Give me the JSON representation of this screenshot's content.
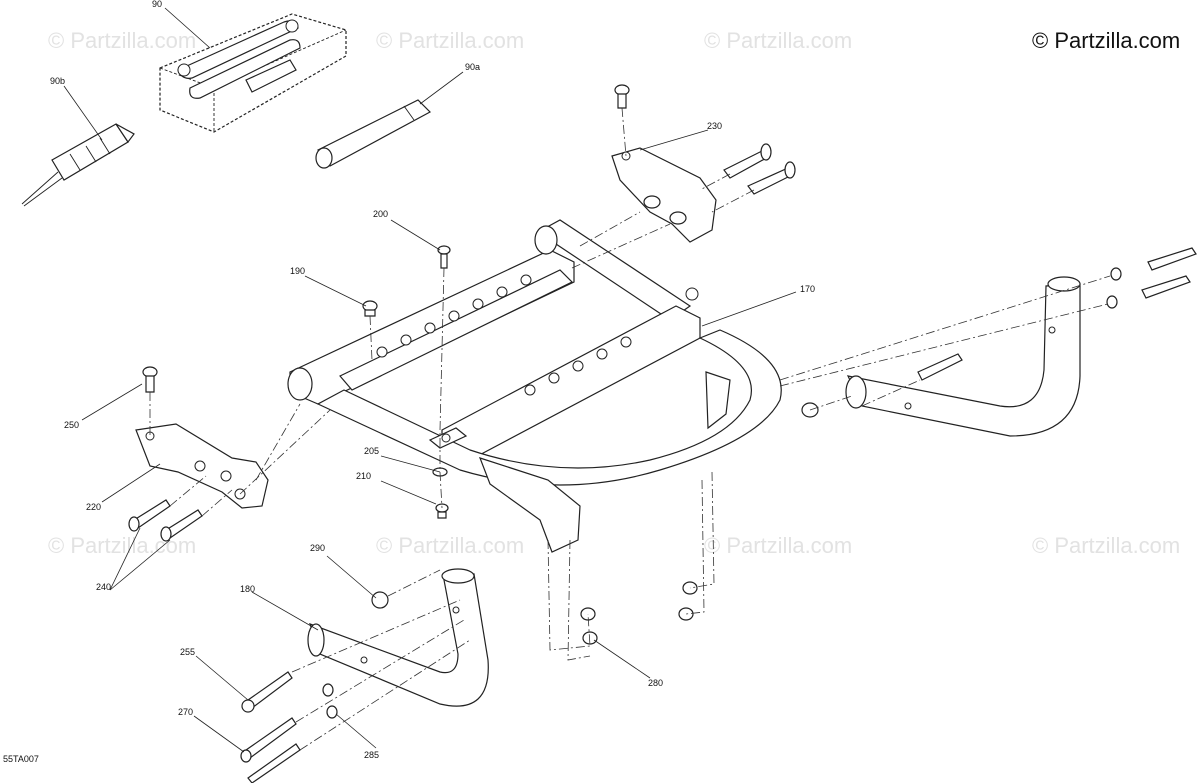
{
  "watermark": {
    "text": "© Partzilla.com"
  },
  "brand": {
    "text": "© Partzilla.com"
  },
  "diagram_code": "55TA007",
  "callouts": {
    "c90": "90",
    "c90a": "90a",
    "c90b": "90b",
    "c170": "170",
    "c180": "180",
    "c190": "190",
    "c200": "200",
    "c205": "205",
    "c210": "210",
    "c220": "220",
    "c230": "230",
    "c240": "240",
    "c250": "250",
    "c255": "255",
    "c270": "270",
    "c280": "280",
    "c285": "285",
    "c290": "290"
  }
}
